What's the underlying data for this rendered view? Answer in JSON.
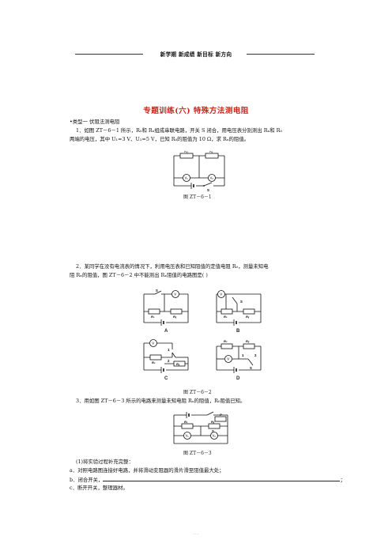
{
  "header": {
    "text": "新学期 新成绩 新目标 新方向"
  },
  "title": "专题训练(六)   特殊方法测电阻",
  "section1": "•类型一   伏阻法测电阻",
  "q1": {
    "line1": "1．如图 ZT－6－1 所示，R₀和 Rₓ组成串联电路，开关 S 闭合，用电压表分别测出 Rₓ和 R₀",
    "line2": "两端的电压，其中 U₁=3 V、U₂=5 V，已知 R₀的阻值为 10 Ω，求 Rₓ的阻值。",
    "fig_caption": "图 ZT－6－1"
  },
  "q2": {
    "line1": "2．某同学在没有电流表的情况下，利用电压表和已知阻值的定值电阻 R₀，测量未知电",
    "line2": "阻 Rₓ的阻值，图 ZT－6－2 中不能测出 Rₓ阻值的电路图是(     )",
    "fig_caption": "图 ZT－6－2",
    "options": [
      "A",
      "B",
      "C",
      "D"
    ]
  },
  "q3": {
    "line1": "3．用如图 ZT－6－3 所示的电路来测量未知电阻 Rₓ的阻值，R₀阻值已知。",
    "fig_caption": "图 ZT－6－3",
    "sub1": "(1)将实验过程补充完整：",
    "a": "a．对照电路图连接好电路，并将滑动变阻器的滑片滑至阻值最大处；",
    "b": "b．闭合开关，",
    "b_end": "；",
    "c": "c．断开开关，整理器材。"
  },
  "labels": {
    "S": "S",
    "V": "V",
    "V1": "V₁",
    "V2": "V₂",
    "R0": "R₀",
    "Rx": "Rₓ",
    "n1": "1",
    "n2": "2",
    "S1": "S₁",
    "S2": "S₂",
    "P": "P"
  },
  "footer": "· · ·"
}
